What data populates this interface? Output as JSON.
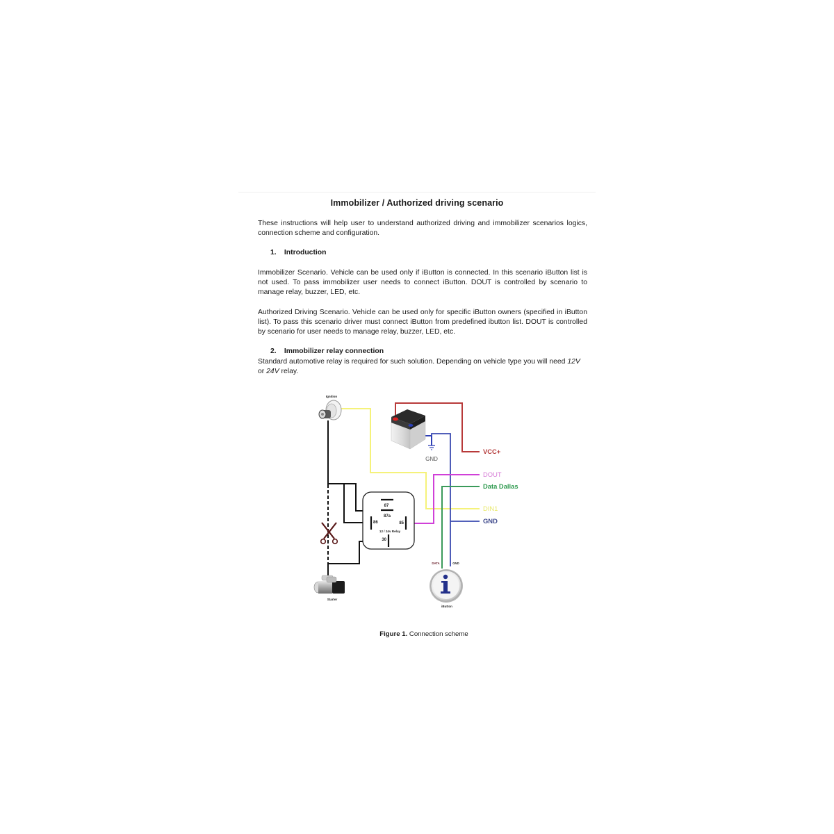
{
  "document": {
    "title": "Immobilizer / Authorized driving scenario",
    "intro": "These instructions will help user to understand authorized driving and immobilizer scenarios logics, connection scheme and configuration.",
    "sections": [
      {
        "number": "1.",
        "heading": "Introduction",
        "paragraphs": [
          "Immobilizer Scenario. Vehicle can be used only if iButton is connected. In this scenario iButton list is not used. To pass immobilizer user needs to connect iButton. DOUT is controlled by scenario to manage relay, buzzer, LED, etc.",
          "Authorized Driving Scenario. Vehicle can be used only for specific iButton owners (specified in iButton list). To pass this scenario driver must connect iButton from predefined ibutton list. DOUT is controlled by scenario for user needs to manage relay, buzzer, LED, etc."
        ]
      },
      {
        "number": "2.",
        "heading": "Immobilizer relay connection",
        "paragraphs": [
          {
            "before": "Standard automotive relay is required for such solution. Depending on vehicle type you will need ",
            "italic1": "12V",
            "middle": " or ",
            "italic2": "24V",
            "after": " relay."
          }
        ]
      }
    ]
  },
  "diagram": {
    "components": {
      "ignition": "Ignition",
      "battery_ground": "GND",
      "starter": "Starter",
      "ibutton": "iButton",
      "ibutton_data": "DATA",
      "ibutton_gnd": "GND",
      "relay_label": "12 / 24v Relay",
      "relay_pins": {
        "p87": "87",
        "p87a": "87a",
        "p86": "86",
        "p85": "85",
        "p30": "30"
      }
    },
    "wire_labels": [
      {
        "label": "VCC+",
        "color": "#b43a3a"
      },
      {
        "label": "DOUT",
        "color": "#d67ad6"
      },
      {
        "label": "Data Dallas",
        "color": "#2f9a4f"
      },
      {
        "label": "DIN1",
        "color": "#e8e86a"
      },
      {
        "label": "GND",
        "color": "#3f4a8c"
      }
    ],
    "wire_colors": {
      "red": "#b83a3a",
      "yellow": "#f5f27a",
      "blue": "#3a4ab0",
      "magenta": "#d040d8",
      "green": "#3a9a5a",
      "black": "#1a1a1a"
    }
  },
  "caption": {
    "label": "Figure 1.",
    "text": " Connection scheme"
  }
}
